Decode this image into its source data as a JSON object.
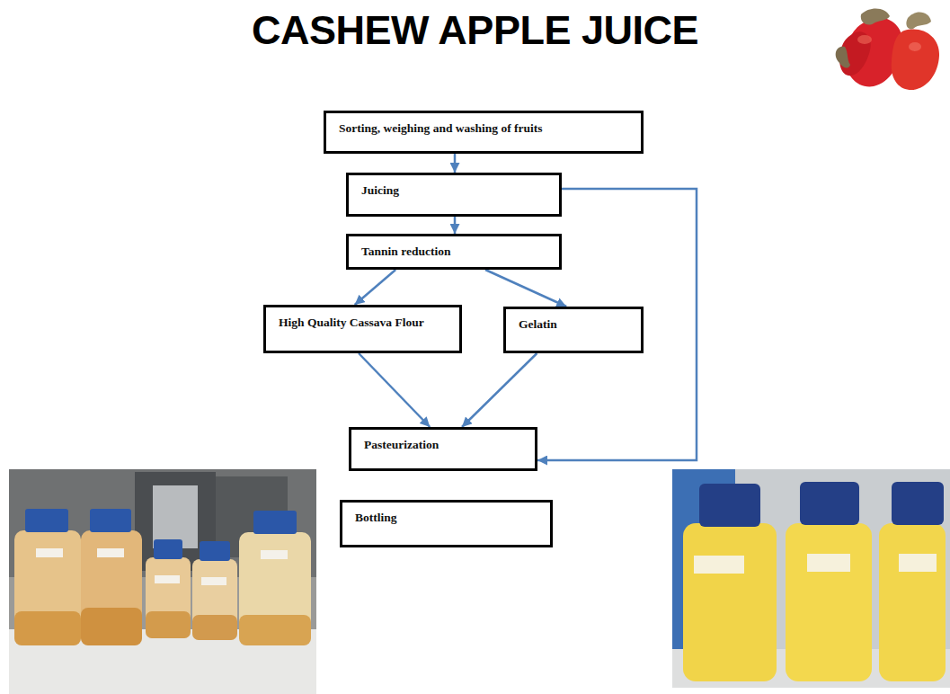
{
  "diagram": {
    "title": "CASHEW APPLE JUICE",
    "nodes": [
      {
        "text": [
          "Sorting, weighing and washing of fruits"
        ]
      },
      {
        "text": [
          "Juicing"
        ]
      },
      {
        "text": [
          "Tannin reduction"
        ]
      },
      {
        "text": [
          "High Quality Cassava Flour"
        ]
      },
      {
        "text": [
          "Gelatin"
        ]
      },
      {
        "text": [
          "Pasteurization"
        ]
      },
      {
        "text": [
          "Bottling"
        ]
      }
    ],
    "edges": [
      {
        "from": 0,
        "to": 1,
        "arrow": "to"
      },
      {
        "from": 1,
        "to": 2,
        "arrow": "to"
      },
      {
        "from": 2,
        "to": 3,
        "arrow": "to"
      },
      {
        "from": 2,
        "to": 4,
        "arrow": "to"
      },
      {
        "from": 3,
        "to": 5,
        "arrow": "to"
      },
      {
        "from": 4,
        "to": 5,
        "arrow": "to"
      },
      {
        "from": 1,
        "to": 5,
        "arrow": "to"
      }
    ]
  }
}
